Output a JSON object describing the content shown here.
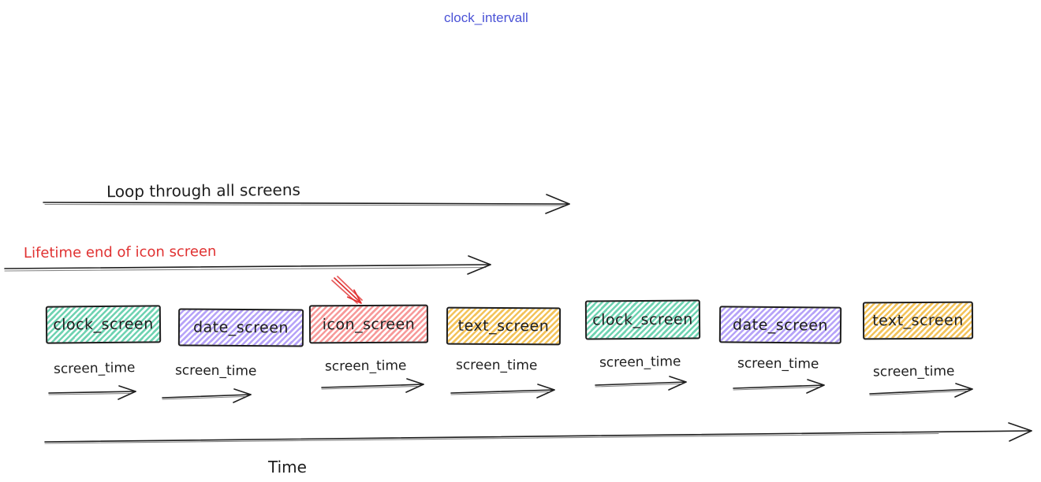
{
  "title": {
    "text": "clock_intervall",
    "color": "#4a52d6"
  },
  "annotations": {
    "loop": "Loop through all screens",
    "lifetime": "Lifetime end of icon screen",
    "time": "Time",
    "screen_time": "screen_time"
  },
  "screens": [
    {
      "label": "clock_screen",
      "color_name": "green",
      "fill": "#6fd3b2"
    },
    {
      "label": "date_screen",
      "color_name": "purple",
      "fill": "#b6a3f8"
    },
    {
      "label": "icon_screen",
      "color_name": "red",
      "fill": "#f79a9a"
    },
    {
      "label": "text_screen",
      "color_name": "yellow",
      "fill": "#f3c35a"
    },
    {
      "label": "clock_screen",
      "color_name": "green",
      "fill": "#6fd3b2"
    },
    {
      "label": "date_screen",
      "color_name": "purple",
      "fill": "#b6a3f8"
    },
    {
      "label": "text_screen",
      "color_name": "yellow",
      "fill": "#f3c35a"
    }
  ],
  "colors": {
    "stroke": "#1e1e1e",
    "red_annotation": "#e03131",
    "title_blue": "#4a52d6"
  }
}
